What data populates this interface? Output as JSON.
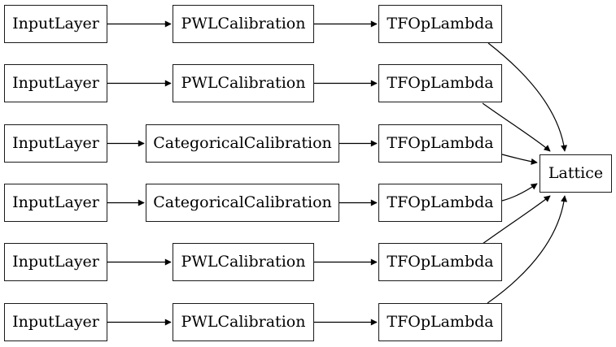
{
  "diagram": {
    "rows": [
      {
        "input": "InputLayer",
        "calibration": "PWLCalibration",
        "op": "TFOpLambda"
      },
      {
        "input": "InputLayer",
        "calibration": "PWLCalibration",
        "op": "TFOpLambda"
      },
      {
        "input": "InputLayer",
        "calibration": "CategoricalCalibration",
        "op": "TFOpLambda"
      },
      {
        "input": "InputLayer",
        "calibration": "CategoricalCalibration",
        "op": "TFOpLambda"
      },
      {
        "input": "InputLayer",
        "calibration": "PWLCalibration",
        "op": "TFOpLambda"
      },
      {
        "input": "InputLayer",
        "calibration": "PWLCalibration",
        "op": "TFOpLambda"
      }
    ],
    "output": {
      "label": "Lattice"
    },
    "colors": {
      "background": "#ffffff",
      "node_border": "#1a1a1a",
      "edge": "#000000",
      "text": "#000000"
    }
  }
}
